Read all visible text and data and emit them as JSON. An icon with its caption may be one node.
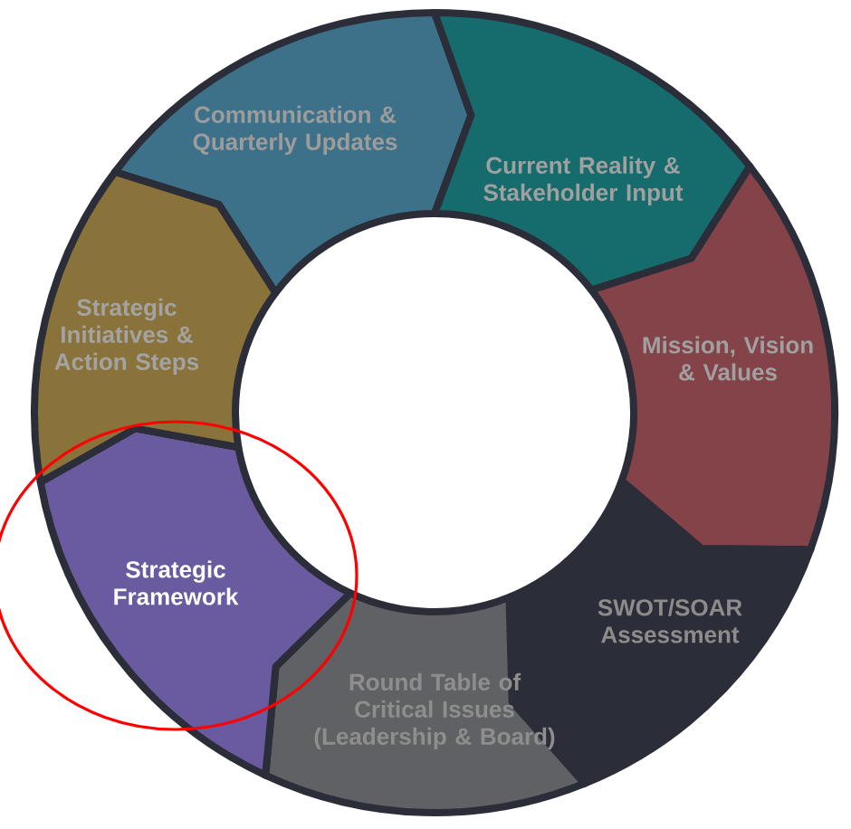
{
  "diagram": {
    "nodes": [
      {
        "text": [
          "Communication & Quarterly Updates"
        ]
      },
      {
        "text": [
          "Current Reality & Stakeholder Input"
        ]
      },
      {
        "text": [
          "Mission, Vision & Values"
        ]
      },
      {
        "text": [
          "SWOT/SOAR Assessment"
        ]
      },
      {
        "text": [
          "Round Table of Critical Issues (Leadership & Board)"
        ]
      },
      {
        "text": [
          "Strategic Framework"
        ]
      },
      {
        "text": [
          "Strategic Initiatives & Action Steps"
        ]
      }
    ]
  }
}
